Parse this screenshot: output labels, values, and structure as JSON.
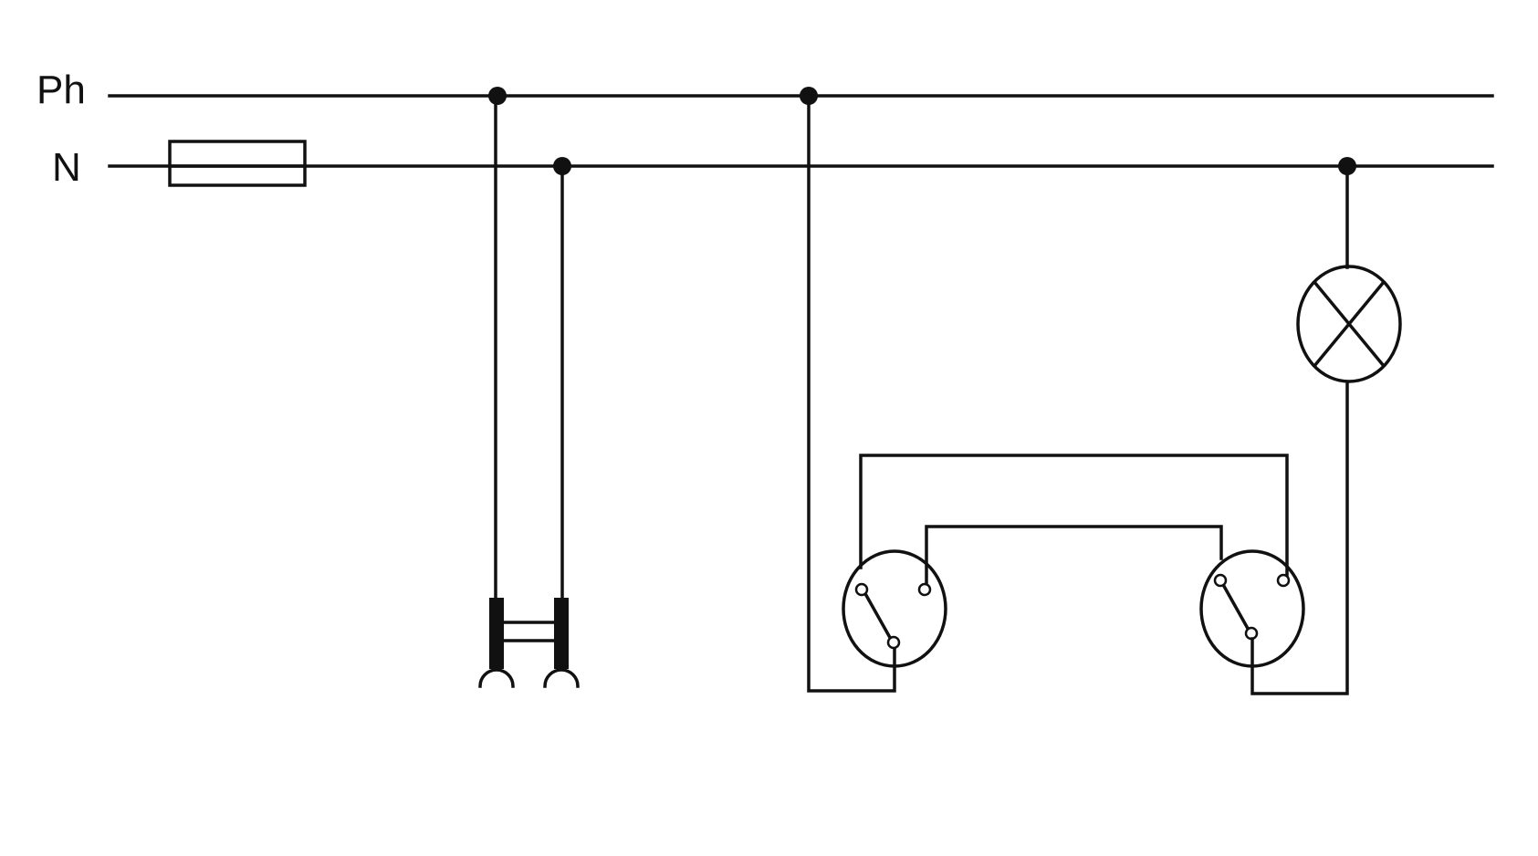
{
  "labels": {
    "phase": "Ph",
    "neutral": "N"
  },
  "colors": {
    "line": "#111111",
    "background": "#ffffff"
  },
  "components": [
    {
      "id": "fuse",
      "icon": "fuse-icon"
    },
    {
      "id": "socket",
      "icon": "socket-outlet-icon"
    },
    {
      "id": "switch-1",
      "icon": "two-way-switch-icon"
    },
    {
      "id": "switch-2",
      "icon": "two-way-switch-icon"
    },
    {
      "id": "lamp",
      "icon": "lamp-icon"
    }
  ]
}
